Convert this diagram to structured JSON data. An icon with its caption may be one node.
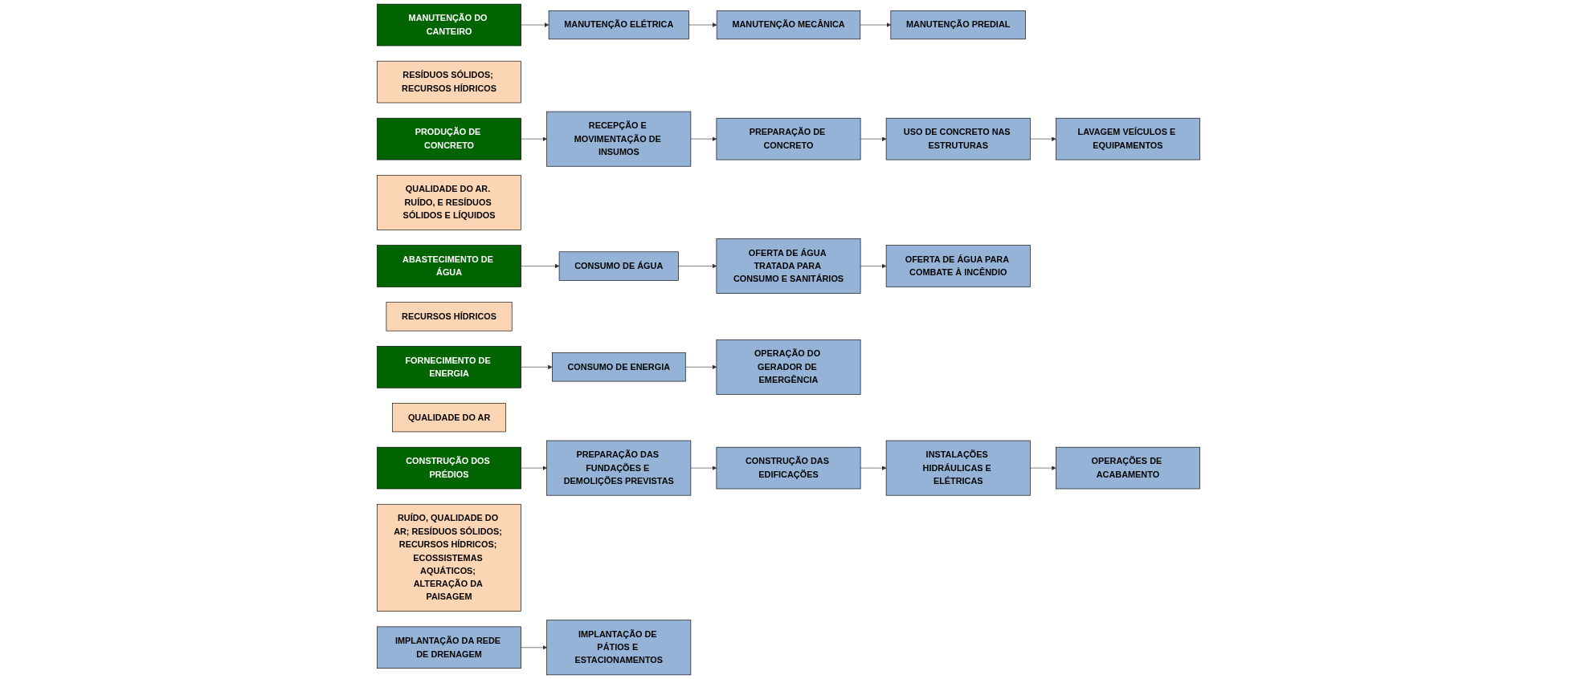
{
  "diagram": {
    "nodes": [
      {
        "text": [
          "MANUTENÇÃO DO CANTEIRO"
        ]
      },
      {
        "text": [
          "MANUTENÇÃO ELÉTRICA"
        ]
      },
      {
        "text": [
          "MANUTENÇÃO MECÂNICA"
        ]
      },
      {
        "text": [
          "MANUTENÇÃO PREDIAL"
        ]
      },
      {
        "text": [
          "RESÍDUOS SÓLIDOS; RECURSOS HÍDRICOS"
        ]
      },
      {
        "text": [
          "PRODUÇÃO DE CONCRETO"
        ]
      },
      {
        "text": [
          "RECEPÇÃO E MOVIMENTAÇÃO DE INSUMOS"
        ]
      },
      {
        "text": [
          "PREPARAÇÃO DE CONCRETO"
        ]
      },
      {
        "text": [
          "USO DE CONCRETO NAS ESTRUTURAS"
        ]
      },
      {
        "text": [
          "LAVAGEM VEÍCULOS E EQUIPAMENTOS"
        ]
      },
      {
        "text": [
          "QUALIDADE DO AR. RUÍDO, E RESÍDUOS SÓLIDOS E LÍQUIDOS"
        ]
      },
      {
        "text": [
          "ABASTECIMENTO DE ÁGUA"
        ]
      },
      {
        "text": [
          "CONSUMO DE ÁGUA"
        ]
      },
      {
        "text": [
          "OFERTA DE ÁGUA TRATADA PARA CONSUMO E SANITÁRIOS"
        ]
      },
      {
        "text": [
          "OFERTA DE ÁGUA PARA COMBATE À INCÊNDIO"
        ]
      },
      {
        "text": [
          "RECURSOS HÍDRICOS"
        ]
      },
      {
        "text": [
          "FORNECIMENTO DE ENERGIA"
        ]
      },
      {
        "text": [
          "CONSUMO DE ENERGIA"
        ]
      },
      {
        "text": [
          "OPERAÇÃO DO GERADOR DE EMERGÊNCIA"
        ]
      },
      {
        "text": [
          "QUALIDADE DO AR"
        ]
      },
      {
        "text": [
          "CONSTRUÇÃO DOS PRÉDIOS"
        ]
      },
      {
        "text": [
          "PREPARAÇÃO DAS FUNDAÇÕES E DEMOLIÇÕES PREVISTAS"
        ]
      },
      {
        "text": [
          "CONSTRUÇÃO DAS EDIFICAÇÕES"
        ]
      },
      {
        "text": [
          "INSTALAÇÕES HIDRÁULICAS E ELÉTRICAS"
        ]
      },
      {
        "text": [
          "OPERAÇÕES DE ACABAMENTO"
        ]
      },
      {
        "text": [
          "RUÍDO, QUALIDADE DO AR; RESÍDUOS SÓLIDOS; RECURSOS HÍDRICOS; ECOSSISTEMAS AQUÁTICOS; ALTERAÇÃO DA PAISAGEM"
        ]
      },
      {
        "text": [
          "IMPLANTAÇÃO DA REDE DE DRENAGEM"
        ]
      },
      {
        "text": [
          "IMPLANTAÇÃO DE PÁTIOS E ESTACIONAMENTOS"
        ]
      }
    ],
    "edges": [
      {
        "from": 0,
        "to": 1,
        "arrow": "to"
      },
      {
        "from": 1,
        "to": 2,
        "arrow": "to"
      },
      {
        "from": 2,
        "to": 3,
        "arrow": "to"
      },
      {
        "from": 5,
        "to": 6,
        "arrow": "to"
      },
      {
        "from": 6,
        "to": 7,
        "arrow": "to"
      },
      {
        "from": 7,
        "to": 8,
        "arrow": "to"
      },
      {
        "from": 8,
        "to": 9,
        "arrow": "to"
      },
      {
        "from": 11,
        "to": 12,
        "arrow": "to"
      },
      {
        "from": 12,
        "to": 13,
        "arrow": "to"
      },
      {
        "from": 13,
        "to": 14,
        "arrow": "to"
      },
      {
        "from": 16,
        "to": 17,
        "arrow": "to"
      },
      {
        "from": 17,
        "to": 18,
        "arrow": "to"
      },
      {
        "from": 20,
        "to": 21,
        "arrow": "to"
      },
      {
        "from": 21,
        "to": 22,
        "arrow": "to"
      },
      {
        "from": 22,
        "to": 23,
        "arrow": "to"
      },
      {
        "from": 23,
        "to": 24,
        "arrow": "to"
      },
      {
        "from": 26,
        "to": 27,
        "arrow": "to"
      }
    ]
  }
}
